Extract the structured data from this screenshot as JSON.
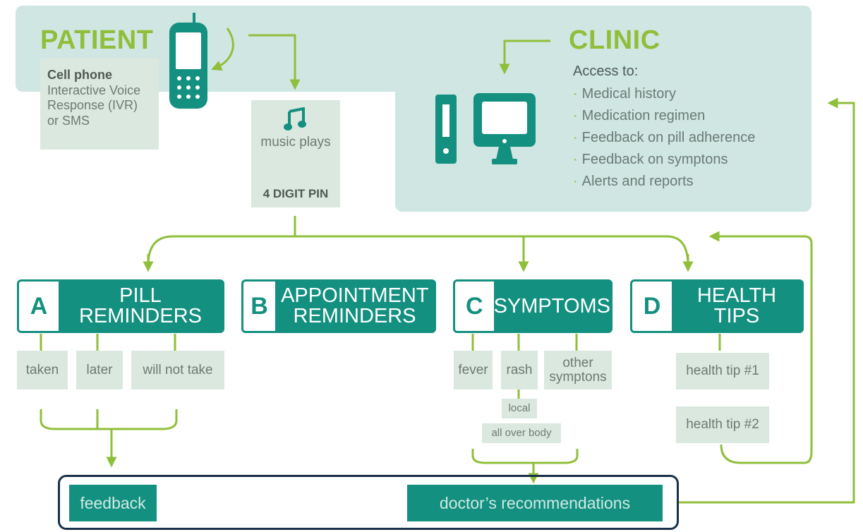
{
  "patient": {
    "title": "PATIENT",
    "device_heading": "Cell phone",
    "device_lines": [
      "Interactive Voice",
      "Response (IVR)",
      "or SMS"
    ]
  },
  "auth": {
    "music": "music plays",
    "pin": "4 DIGIT PIN"
  },
  "clinic": {
    "title": "CLINIC",
    "access_heading": "Access to:",
    "access_items": [
      "Medical history",
      "Medication regimen",
      "Feedback on pill adherence",
      "Feedback on symptons",
      "Alerts and reports"
    ]
  },
  "categories": [
    {
      "letter": "A",
      "label": "PILL REMINDERS"
    },
    {
      "letter": "B",
      "label": "APPOINTMENT REMINDERS"
    },
    {
      "letter": "C",
      "label": "SYMPTOMS"
    },
    {
      "letter": "D",
      "label": "HEALTH TIPS"
    }
  ],
  "pill_options": [
    "taken",
    "later",
    "will not take"
  ],
  "symptom_options": [
    "fever",
    "rash",
    "other symptons"
  ],
  "rash_options": [
    "local",
    "all over body"
  ],
  "health_tips": [
    "health tip #1",
    "health tip #2"
  ],
  "outputs": {
    "feedback": "feedback",
    "doctor": "doctor’s recommendations"
  },
  "colors": {
    "teal": "#13907f",
    "green": "#8fbf3a",
    "panel": "#cfe6e3",
    "light_box": "#dbe8df"
  }
}
